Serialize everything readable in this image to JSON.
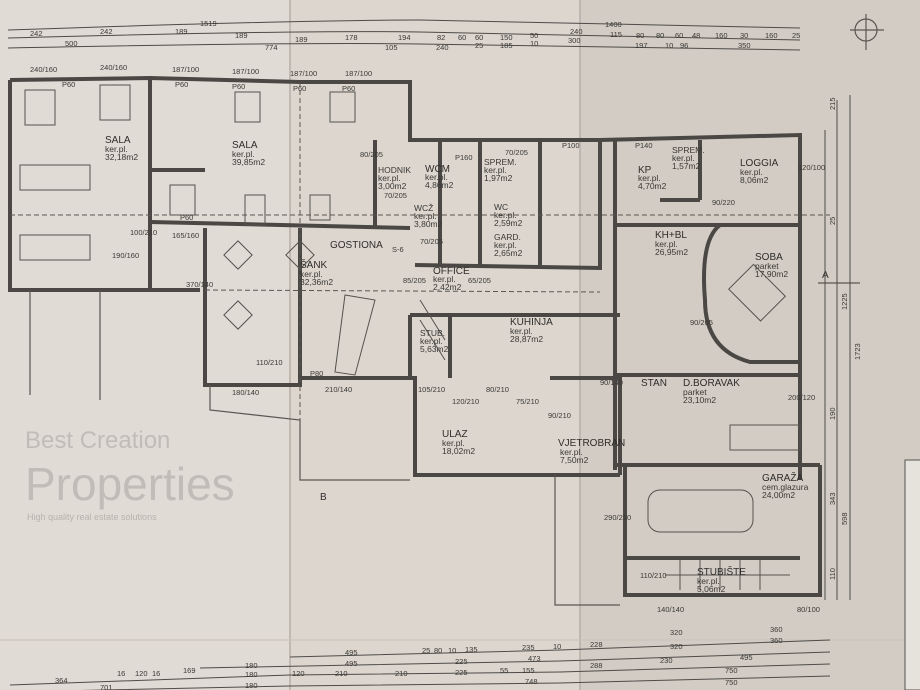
{
  "drawing": {
    "rooms": [
      {
        "name": "SALA",
        "floor": "ker.pl.",
        "area": "32,18m2"
      },
      {
        "name": "SALA",
        "floor": "ker.pl.",
        "area": "39,85m2"
      },
      {
        "name": "HODNIK",
        "floor": "ker.pl.",
        "area": "3,00m2"
      },
      {
        "name": "WCM",
        "floor": "ker.pl.",
        "area": "4,86m2"
      },
      {
        "name": "WCŽ",
        "floor": "ker.pl.",
        "area": "3,80m2"
      },
      {
        "name": "SPREM.",
        "floor": "ker.pl.",
        "area": "1,97m2"
      },
      {
        "name": "WC",
        "floor": "ker.pl.",
        "area": "2,59m2"
      },
      {
        "name": "GARD.",
        "floor": "ker.pl.",
        "area": "2,65m2"
      },
      {
        "name": "OFFICE",
        "floor": "ker.pl.",
        "area": "2,42m2"
      },
      {
        "name": "ŠANK",
        "floor": "ker.pl.",
        "area": "32,36m2"
      },
      {
        "name": "STUB.",
        "floor": "ker.pl.",
        "area": "5,63m2"
      },
      {
        "name": "KUHINJA",
        "floor": "ker.pl.",
        "area": "28,87m2"
      },
      {
        "name": "ULAZ",
        "floor": "ker.pl.",
        "area": "18,02m2"
      },
      {
        "name": "VJETROBRAN",
        "floor": "ker.pl.",
        "area": "7,50m2"
      },
      {
        "name": "KP",
        "floor": "ker.pl.",
        "area": "4,70m2"
      },
      {
        "name": "SPREM.",
        "floor": "ker.pl.",
        "area": "1,57m2"
      },
      {
        "name": "LOGGIA",
        "floor": "ker.pl.",
        "area": "8,06m2"
      },
      {
        "name": "KH+BL",
        "floor": "ker.pl.",
        "area": "26,95m2"
      },
      {
        "name": "SOBA",
        "floor": "parket",
        "area": "17,90m2"
      },
      {
        "name": "D.BORAVAK",
        "floor": "parket",
        "area": "23,10m2"
      },
      {
        "name": "GARAŽA",
        "floor": "cem.glazura",
        "area": "24,00m2"
      },
      {
        "name": "STUBIŠTE",
        "floor": "ker.pl.",
        "area": "5,06m2"
      }
    ],
    "zone_labels": {
      "gostiona": "GOSTIONA",
      "stan": "STAN"
    },
    "section_marks": {
      "a": "A",
      "b": "B",
      "ref": "S-6"
    },
    "openings": [
      "P60",
      "P60",
      "P60",
      "P60",
      "P60",
      "P60",
      "P160",
      "P100",
      "P140",
      "P80"
    ],
    "door_dims": [
      "240/160",
      "240/160",
      "187/100",
      "187/100",
      "187/100",
      "187/100",
      "80/205",
      "70/205",
      "70/205",
      "70/205",
      "85/205",
      "65/205",
      "190/160",
      "100/210",
      "165/160",
      "370/140",
      "110/210",
      "180/140",
      "210/140",
      "105/210",
      "120/210",
      "80/210",
      "75/210",
      "90/210",
      "90/140",
      "90/205",
      "90/220",
      "120/100",
      "200/120",
      "290/210",
      "110/210",
      "140/140",
      "80/100"
    ],
    "dims_top_1": [
      "1519",
      "1400"
    ],
    "dims_top_2": [
      "242",
      "242",
      "189",
      "189",
      "189",
      "178",
      "194",
      "82",
      "60",
      "60",
      "150",
      "50",
      "240",
      "115",
      "80",
      "80",
      "60",
      "48",
      "160",
      "30",
      "160",
      "25"
    ],
    "dims_top_3": [
      "500",
      "774",
      "105",
      "240",
      "25",
      "185",
      "10",
      "300",
      "197",
      "10",
      "96",
      "350"
    ],
    "dims_bottom_1": [
      "495",
      "25",
      "80",
      "10",
      "135",
      "235",
      "10",
      "228",
      "320",
      "360"
    ],
    "dims_bottom_2": [
      "16",
      "120",
      "16",
      "169",
      "180",
      "495",
      "225",
      "473",
      "320",
      "360"
    ],
    "dims_bottom_3": [
      "364",
      "180",
      "120",
      "210",
      "210",
      "225",
      "55",
      "155",
      "288",
      "230",
      "495"
    ],
    "dims_bottom_4": [
      "701",
      "180",
      "748",
      "750",
      "750"
    ],
    "dims_right": [
      "215",
      "1225",
      "1723",
      "190",
      "343",
      "598",
      "110",
      "25"
    ],
    "watermark": {
      "line1": "Best Creation",
      "line2": "Properties",
      "line3": "High quality real estate solutions"
    }
  }
}
